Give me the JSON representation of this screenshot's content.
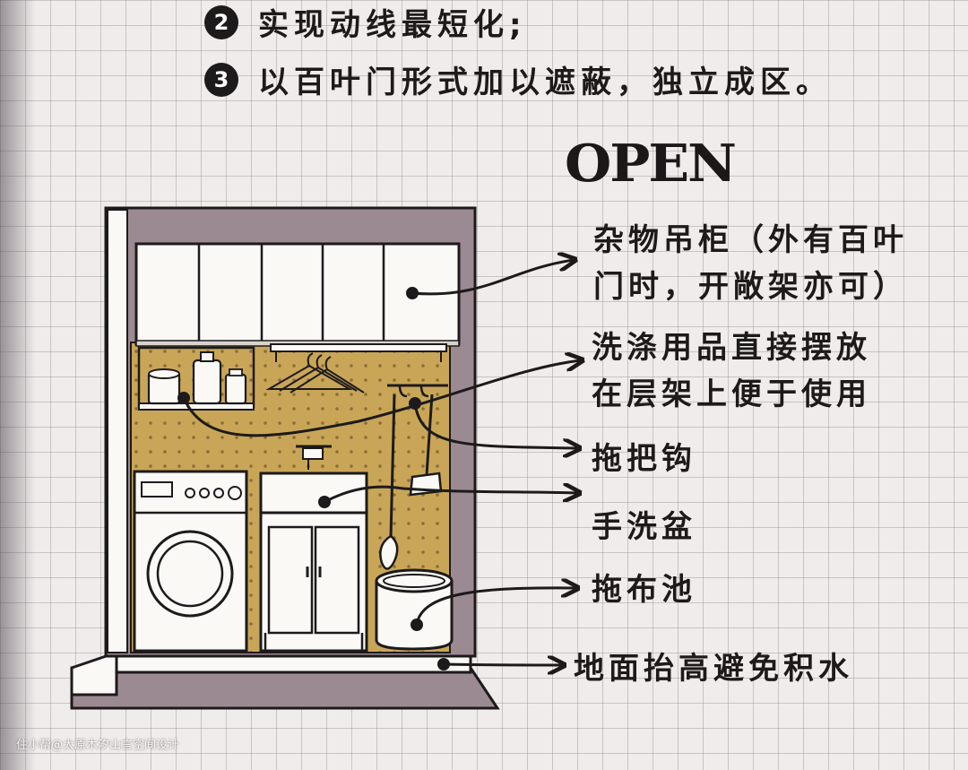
{
  "list": [
    {
      "number": "2",
      "text": "实现动线最短化;"
    },
    {
      "number": "3",
      "text": "以百叶门形式加以遮蔽，独立成区。"
    }
  ],
  "title": "OPEN",
  "labels": {
    "cabinet": [
      "杂物吊柜（外有百叶",
      "门时，开敞架亦可）"
    ],
    "shelf": [
      "洗涤用品直接摆放",
      "在层架上便于使用"
    ],
    "hook": "拖把钩",
    "basin": "手洗盆",
    "mop_sink": "拖布池",
    "floor": "地面抬高避免积水"
  },
  "watermark": "住小帮@太原木汐山言空间设计",
  "colors": {
    "wall": "#9c8a93",
    "wall_dark": "#7e6b76",
    "backdrop": "#c9a657",
    "ink": "#1c1a1a",
    "white": "#faf9f6"
  }
}
